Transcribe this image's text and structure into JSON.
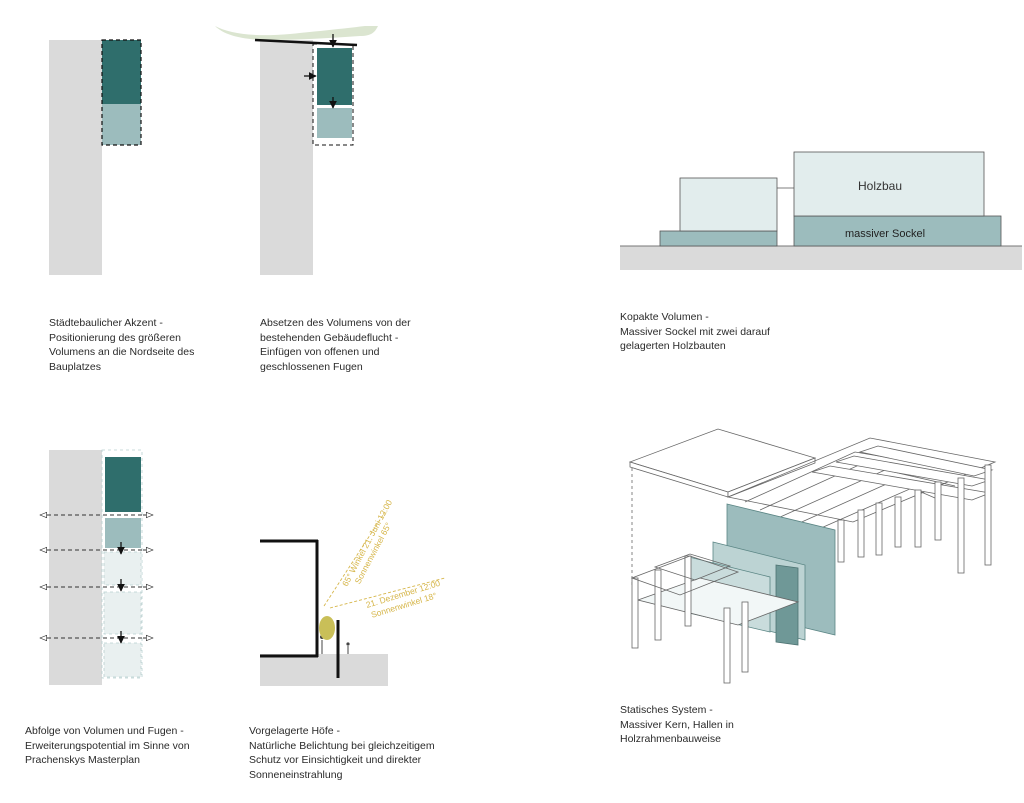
{
  "captions": {
    "d1": [
      "Städtebaulicher Akzent -",
      "Positionierung des größeren",
      "Volumens an die Nordseite des",
      "Bauplatzes"
    ],
    "d2": [
      "Absetzen des Volumens von der",
      "bestehenden Gebäudeflucht -",
      "Einfügen von offenen und",
      "geschlossenen Fugen"
    ],
    "d3": [
      "Kopakte Volumen -",
      "Massiver Sockel mit zwei darauf",
      "gelagerten Holzbauten"
    ],
    "d4": [
      "Abfolge von Volumen und Fugen -",
      "Erweiterungspotential im Sinne von",
      "Prachenskys Masterplan"
    ],
    "d5": [
      "Vorgelagerte Höfe -",
      "Natürliche Belichtung bei gleichzeitigem",
      "Schutz vor Einsichtigkeit und direkter",
      "Sonneneinstrahlung"
    ],
    "d6": [
      "Statisches System -",
      "Massiver Kern, Hallen in",
      "Holzrahmenbauweise"
    ]
  },
  "labels": {
    "holzbau": "Holzbau",
    "sockel": "massiver Sockel",
    "sun_summer_1": "65° Winkel 21. Juni 12:00",
    "sun_summer_2": "Sonnenwinkel 65°",
    "sun_winter_1": "21. Dezember 12:00",
    "sun_winter_2": "Sonnenwinkel 18°"
  },
  "colors": {
    "grey": "#dadada",
    "dark_teal": "#2f6e6c",
    "light_teal": "#9cbcbd",
    "pale_teal": "#d9e6e6",
    "sun": "#c9b93a",
    "sun_text": "#d6b64a",
    "tree": "#dbe5d0"
  }
}
